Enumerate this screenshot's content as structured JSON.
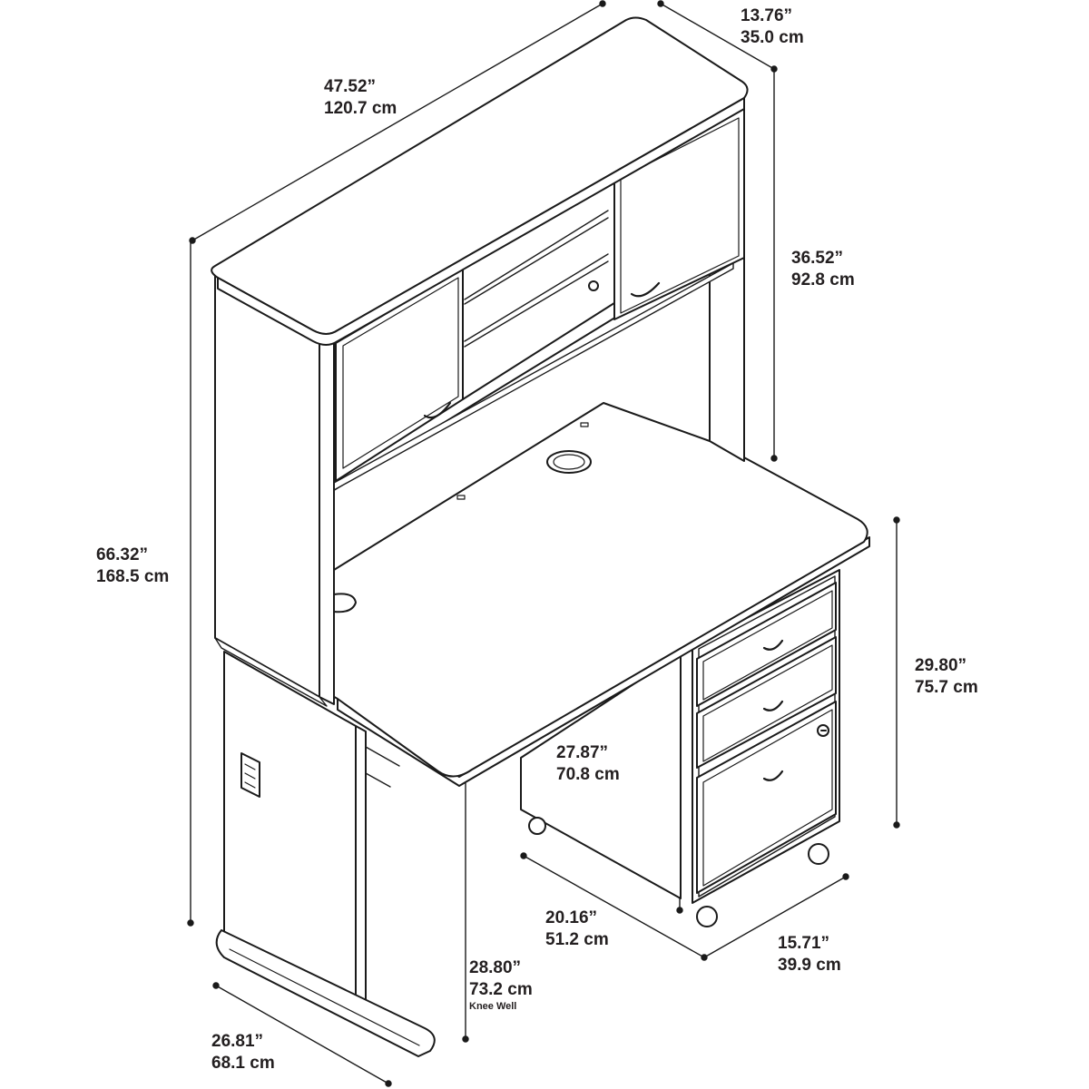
{
  "colors": {
    "ink": "#231f20",
    "face": "#ffffff",
    "line": "#1a1a1a"
  },
  "dimensions": {
    "hutch_width": {
      "inches": "47.52”",
      "cm": "120.7 cm"
    },
    "hutch_depth": {
      "inches": "13.76”",
      "cm": "35.0 cm"
    },
    "hutch_height": {
      "inches": "36.52”",
      "cm": "92.8 cm"
    },
    "total_height": {
      "inches": "66.32”",
      "cm": "168.5 cm"
    },
    "pedestal_height": {
      "inches": "29.80”",
      "cm": "75.7 cm"
    },
    "pedestal_top_height": {
      "inches": "27.87”",
      "cm": "70.8 cm"
    },
    "desk_depth": {
      "inches": "20.16”",
      "cm": "51.2 cm"
    },
    "pedestal_width": {
      "inches": "15.71”",
      "cm": "39.9 cm"
    },
    "knee_well": {
      "inches": "28.80”",
      "cm": "73.2 cm",
      "note": "Knee Well"
    },
    "leg_depth": {
      "inches": "26.81”",
      "cm": "68.1 cm"
    }
  }
}
